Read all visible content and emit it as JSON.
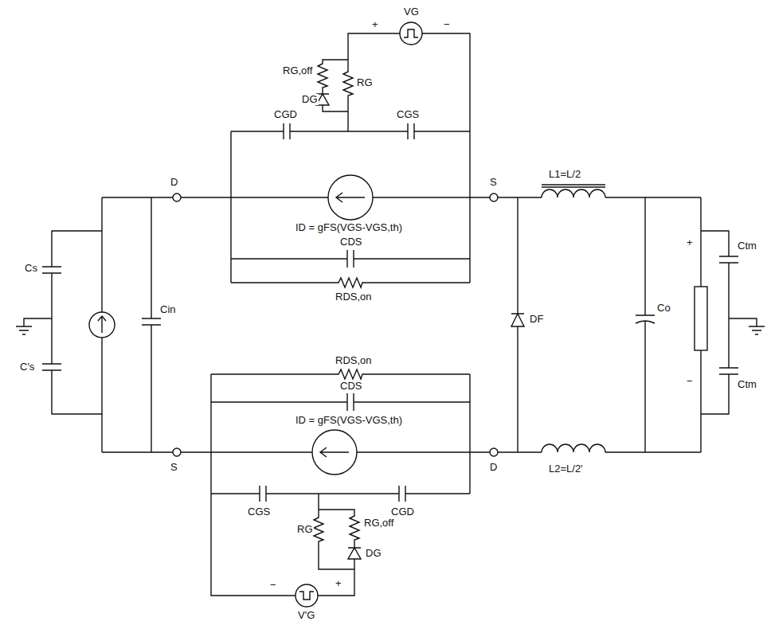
{
  "diagram": {
    "labels": [
      "VG",
      "+",
      "−",
      "RG,off",
      "DG",
      "RG",
      "CGD",
      "CGS",
      "D",
      "S",
      "ID = gFS(VGS-VGS,th)",
      "CDS",
      "RDS,on",
      "Cs",
      "C's",
      "Cin",
      "DF",
      "L1=L/2",
      "Co",
      "+",
      "−",
      "Ctm",
      "Ctm",
      "S",
      "D",
      "L2=L/2'",
      "RDS,on",
      "CDS",
      "ID = gFS(VGS-VGS,th)",
      "CGS",
      "CGD",
      "RG",
      "RG,off",
      "DG",
      "−",
      "+",
      "V'G"
    ]
  }
}
